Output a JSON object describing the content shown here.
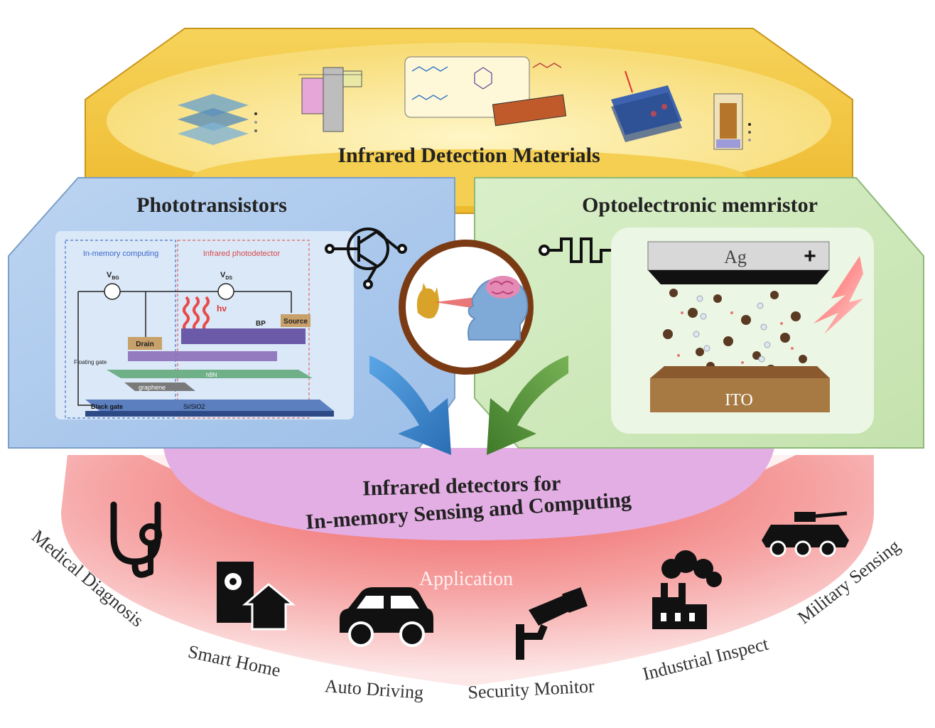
{
  "top_panel": {
    "title": "Infrared Detection Materials"
  },
  "left_panel": {
    "title": "Phototransistors",
    "schematic": {
      "section_a": "In-memory computing",
      "section_b": "Infrared photodetector",
      "v_bg": "V",
      "v_bg_sub": "BG",
      "v_ds": "V",
      "v_ds_sub": "DS",
      "hv": "hν",
      "bp": "BP",
      "source": "Source",
      "drain": "Drain",
      "floating_gate": "Floating gate",
      "hbn": "hBN",
      "graphene": "graphene",
      "back_gate": "Black gate",
      "substrate": "Si/SiO2"
    }
  },
  "right_panel": {
    "title": "Optoelectronic memristor",
    "top_electrode": "Ag",
    "polarity": "+",
    "bottom_electrode": "ITO"
  },
  "center": {
    "title_line1": "Infrared detectors for",
    "title_line2": "In-memory Sensing and Computing"
  },
  "application": {
    "label": "Application",
    "items": [
      {
        "label": "Medical Diagnosis",
        "icon": "stethoscope-icon"
      },
      {
        "label": "Smart Home",
        "icon": "smart-home-icon"
      },
      {
        "label": "Auto Driving",
        "icon": "car-icon"
      },
      {
        "label": "Security Monitor",
        "icon": "security-camera-icon"
      },
      {
        "label": "Industrial Inspect",
        "icon": "factory-icon"
      },
      {
        "label": "Military Sensing",
        "icon": "armored-vehicle-icon"
      }
    ]
  },
  "colors": {
    "top_yellow": "#f2c33a",
    "left_blue": "#aac8ec",
    "right_green": "#cfe8be",
    "center_pink": "#e3aee4",
    "arc_red": "#ee7878",
    "arrow_blue": "#3b82c8",
    "arrow_green": "#4d8a35",
    "ring_brown": "#7a3b14"
  }
}
